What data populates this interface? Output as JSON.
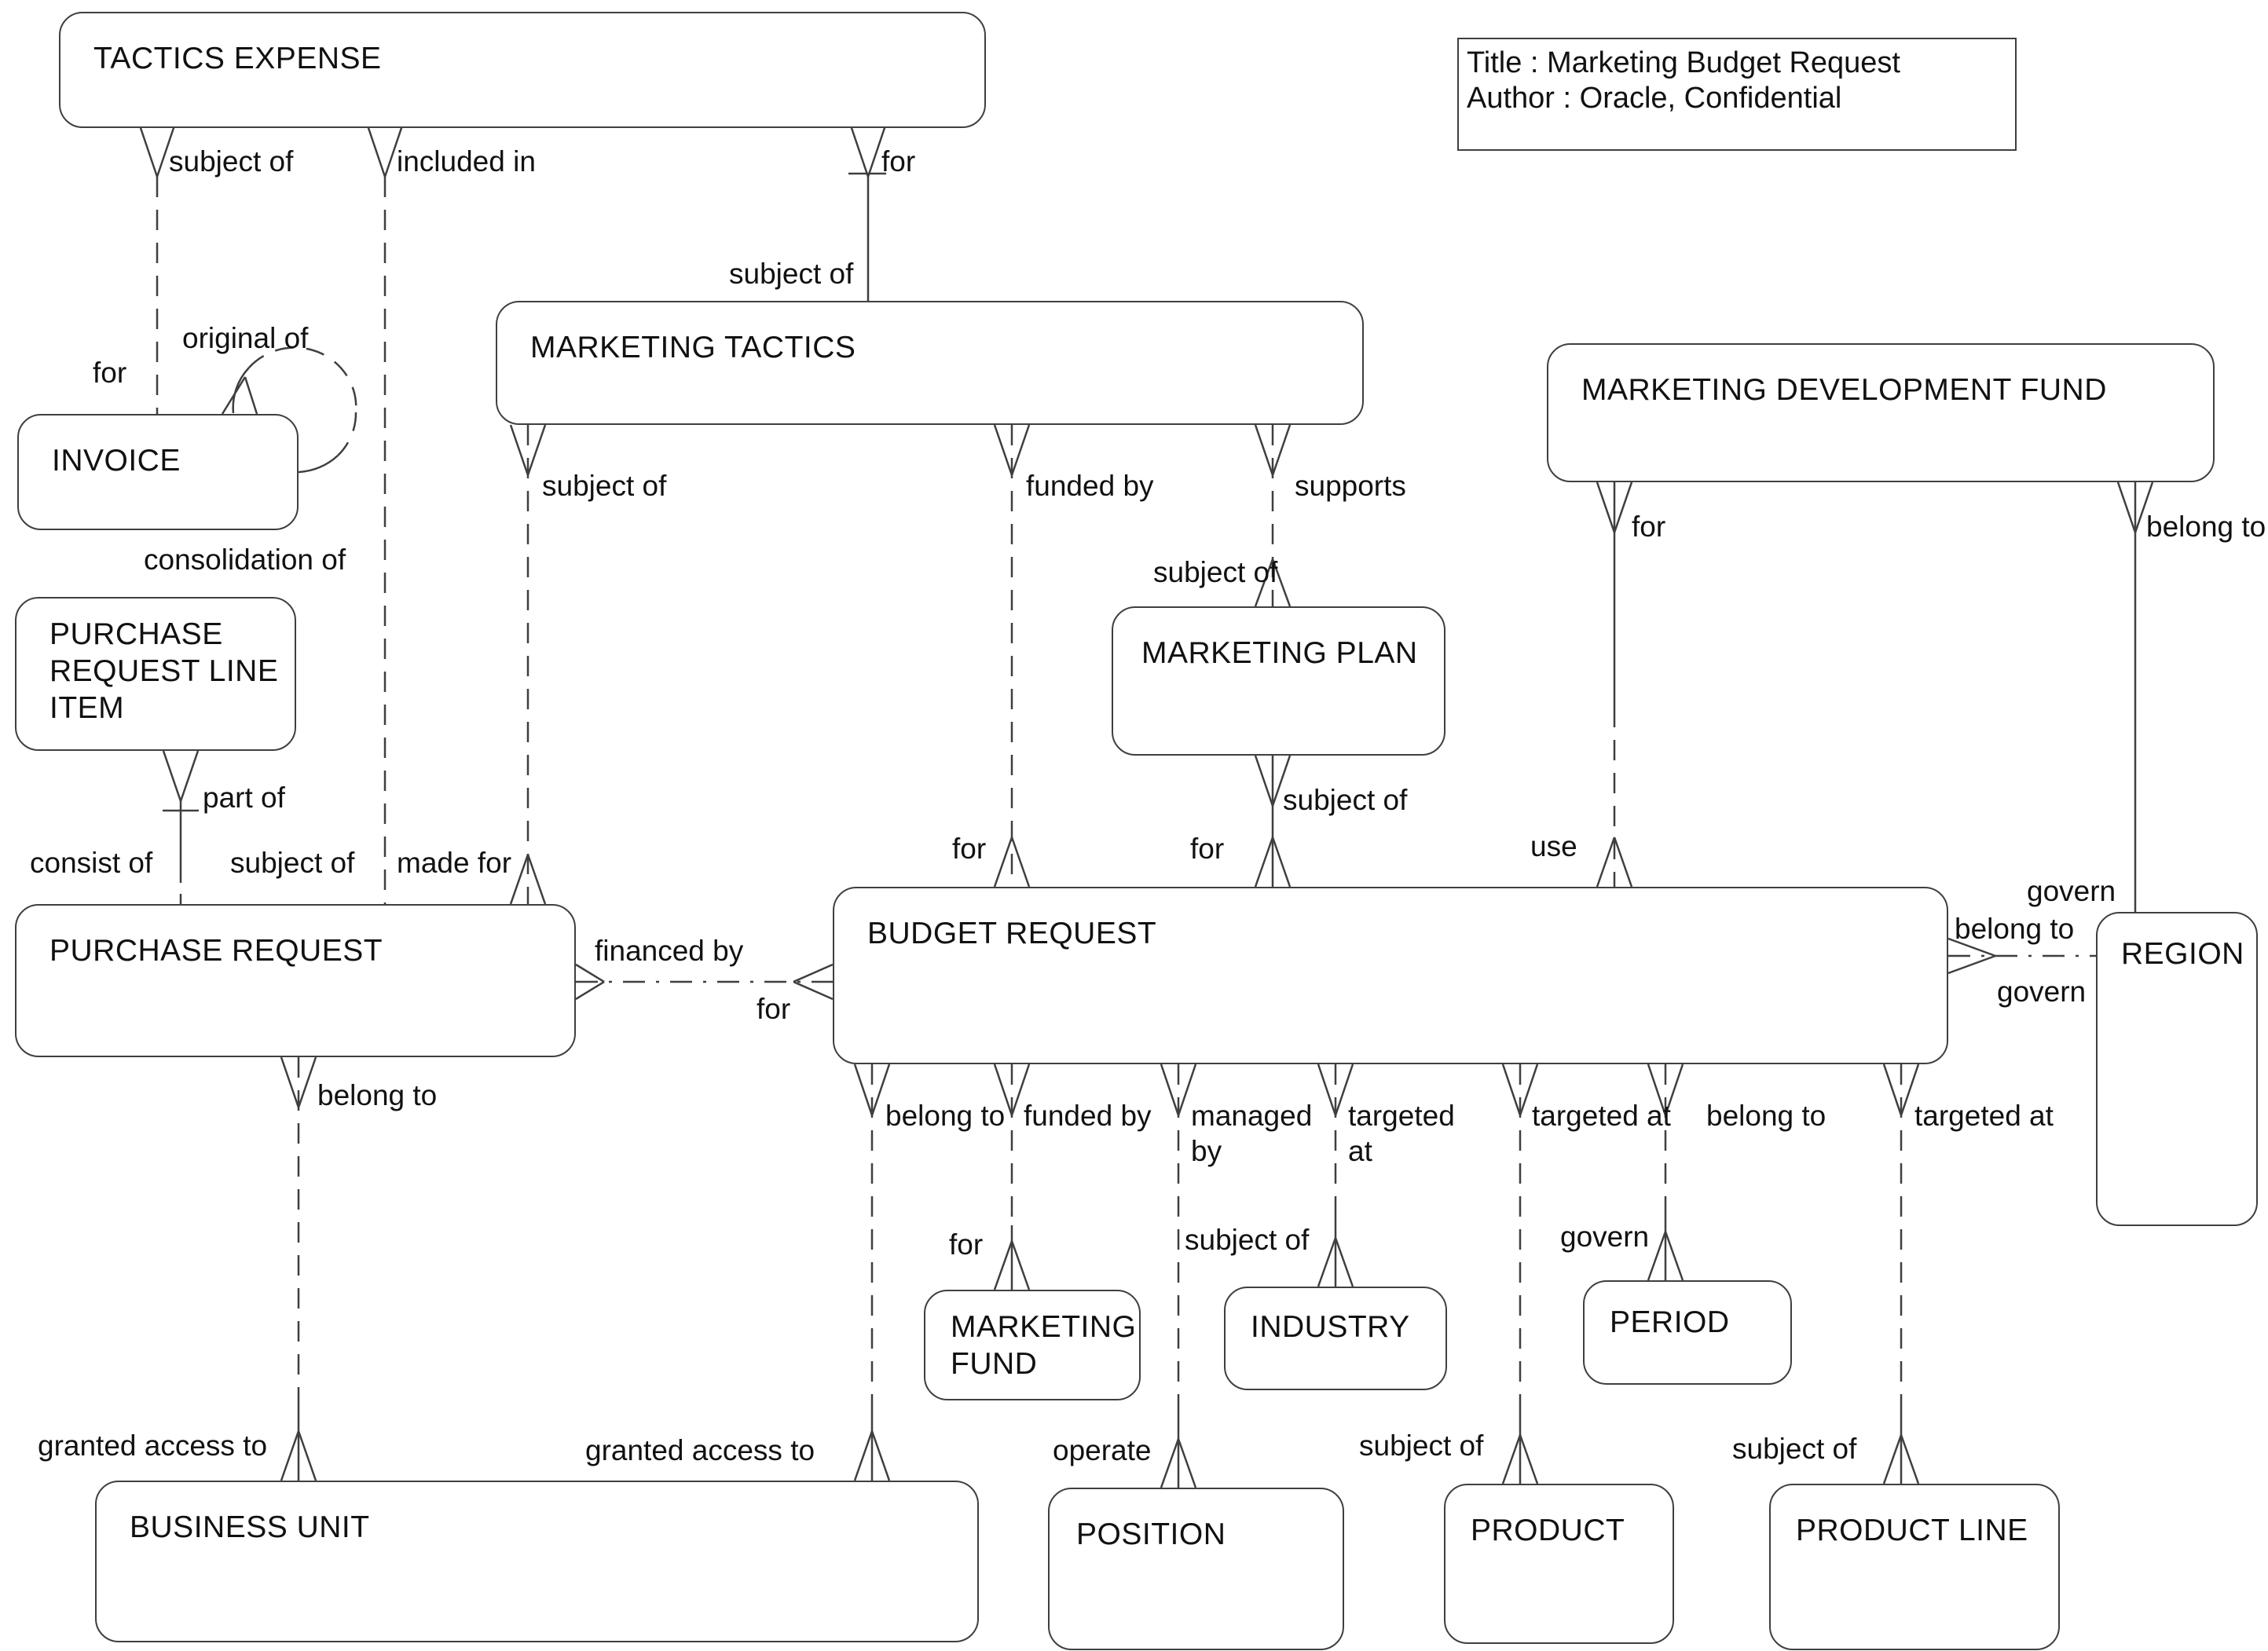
{
  "title_box": {
    "line1": "Title : Marketing Budget Request",
    "line2": "Author : Oracle, Confidential"
  },
  "entities": {
    "tactics_expense": {
      "label": "TACTICS EXPENSE"
    },
    "marketing_tactics": {
      "label": "MARKETING TACTICS"
    },
    "marketing_development_fund": {
      "label": "MARKETING DEVELOPMENT FUND"
    },
    "invoice": {
      "label": "INVOICE"
    },
    "purchase_request_line_item": {
      "label": "PURCHASE\nREQUEST LINE\nITEM"
    },
    "marketing_plan": {
      "label": "MARKETING PLAN"
    },
    "purchase_request": {
      "label": "PURCHASE REQUEST"
    },
    "budget_request": {
      "label": "BUDGET REQUEST"
    },
    "region": {
      "label": "REGION"
    },
    "marketing_fund": {
      "label": "MARKETING\nFUND"
    },
    "industry": {
      "label": "INDUSTRY"
    },
    "period": {
      "label": "PERIOD"
    },
    "business_unit": {
      "label": "BUSINESS UNIT"
    },
    "position": {
      "label": "POSITION"
    },
    "product": {
      "label": "PRODUCT"
    },
    "product_line": {
      "label": "PRODUCT LINE"
    }
  },
  "labels": {
    "te_subject_of": "subject of",
    "te_included_in": "included in",
    "te_for": "for",
    "mt_subject_of_top": "subject of",
    "inv_original_of": "original of",
    "inv_for": "for",
    "inv_consolidation_of": "consolidation of",
    "prli_part_of": "part of",
    "pr_consist_of": "consist of",
    "pr_subject_of": "subject of",
    "pr_made_for": "made for",
    "mt_subject_of": "subject of",
    "mt_funded_by": "funded by",
    "mt_supports": "supports",
    "mp_subject_of_top": "subject of",
    "mp_subject_of_bottom": "subject of",
    "br_for_mt": "for",
    "br_for_mp": "for",
    "br_use": "use",
    "mdf_for": "for",
    "mdf_belong_to": "belong to",
    "region_govern_top": "govern",
    "region_belong_to": "belong to",
    "region_govern_mid": "govern",
    "pr_financed_by": "financed by",
    "br_for_pr": "for",
    "pr_belong_to": "belong to",
    "br_belong_to_bu": "belong to",
    "br_funded_by": "funded by",
    "br_managed_by": "managed\nby",
    "br_targeted_at_industry": "targeted\nat",
    "br_targeted_at_product": "targeted at",
    "br_belong_to_period": "belong to",
    "br_targeted_at_pl": "targeted at",
    "mf_for": "for",
    "industry_subject_of": "subject of",
    "period_govern": "govern",
    "bu_granted_access_pr": "granted access to",
    "bu_granted_access_br": "granted access to",
    "position_operate": "operate",
    "product_subject_of": "subject of",
    "pl_subject_of": "subject of"
  }
}
